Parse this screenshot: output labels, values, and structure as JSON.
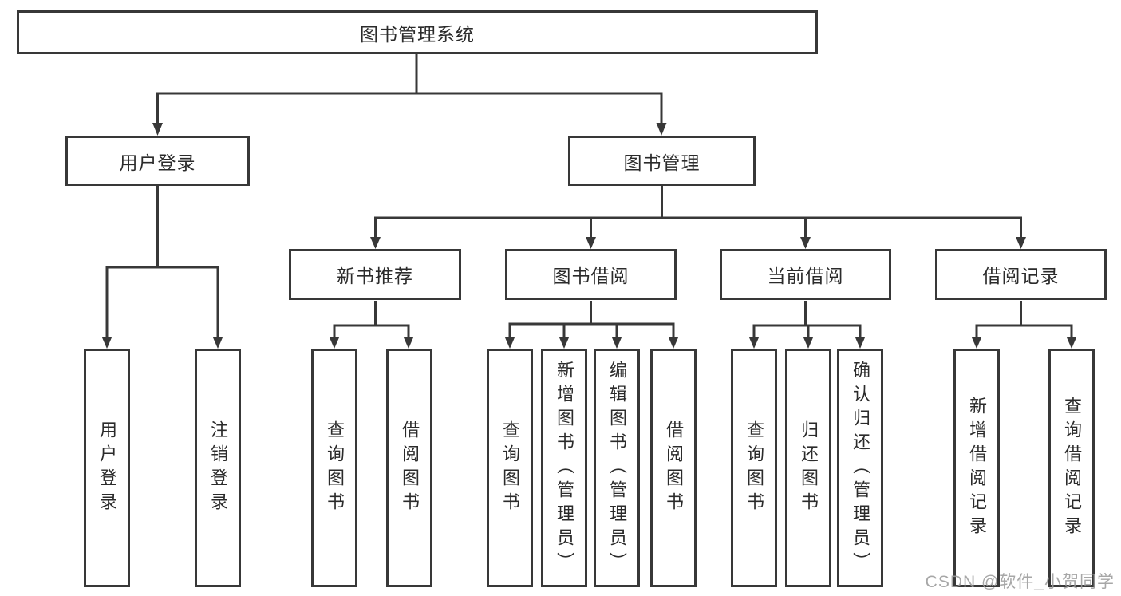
{
  "diagram": {
    "root": {
      "label": "图书管理系统"
    },
    "level2": [
      {
        "label": "用户登录"
      },
      {
        "label": "图书管理"
      }
    ],
    "level3": [
      {
        "label": "新书推荐"
      },
      {
        "label": "图书借阅"
      },
      {
        "label": "当前借阅"
      },
      {
        "label": "借阅记录"
      }
    ],
    "leaves": {
      "user_login": [
        {
          "label": "用户登录"
        },
        {
          "label": "注销登录"
        }
      ],
      "new_book": [
        {
          "label": "查询图书"
        },
        {
          "label": "借阅图书"
        }
      ],
      "book_borrow": [
        {
          "label": "查询图书"
        },
        {
          "label": "新增图书（管理员）"
        },
        {
          "label": "编辑图书（管理员）"
        },
        {
          "label": "借阅图书"
        }
      ],
      "current_borrow": [
        {
          "label": "查询图书"
        },
        {
          "label": "归还图书"
        },
        {
          "label": "确认归还（管理员）"
        }
      ],
      "borrow_records": [
        {
          "label": "新增借阅记录"
        },
        {
          "label": "查询借阅记录"
        }
      ]
    },
    "colors": {
      "line": "#383838",
      "box_border": "#383838",
      "box_fill": "#ffffff",
      "text": "#2b2b2b",
      "watermark": "#9b9b9b"
    }
  },
  "watermark": {
    "text": "CSDN @软件_小贺同学"
  }
}
